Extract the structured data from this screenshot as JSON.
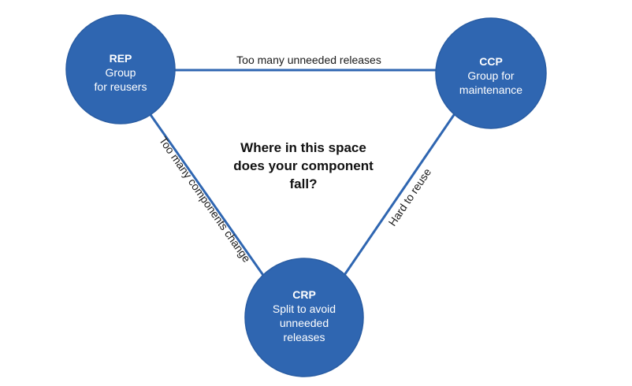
{
  "colors": {
    "node_fill": "#2f66b1",
    "edge": "#2f66b1",
    "node_text": "#ffffff",
    "label_text": "#1a1a1a"
  },
  "nodes": {
    "rep": {
      "name": "REP",
      "lines": [
        "Group",
        "for reusers"
      ]
    },
    "ccp": {
      "name": "CCP",
      "lines": [
        "Group for",
        "maintenance"
      ]
    },
    "crp": {
      "name": "CRP",
      "lines": [
        "Split to avoid",
        "unneeded",
        "releases"
      ]
    }
  },
  "edges": {
    "rep_ccp": "Too many unneeded releases",
    "rep_crp": "Too many components change",
    "ccp_crp": "Hard to reuse"
  },
  "question": {
    "lines": [
      "Where in this space",
      "does your component",
      "fall?"
    ]
  }
}
